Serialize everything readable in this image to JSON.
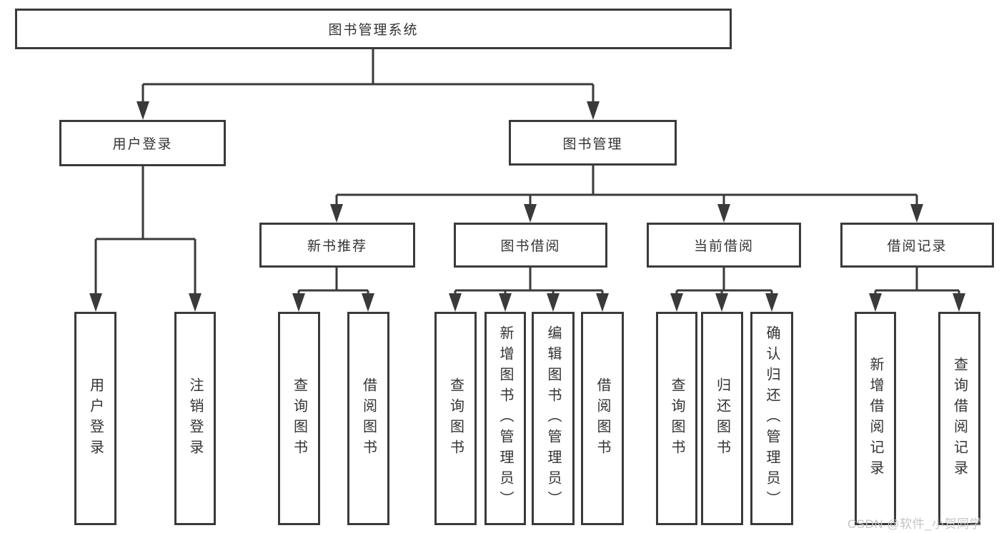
{
  "tree": {
    "root": {
      "label": "图书管理系统"
    },
    "children": [
      {
        "label": "用户登录",
        "children": [
          {
            "label": "用户登录"
          },
          {
            "label": "注销登录"
          }
        ]
      },
      {
        "label": "图书管理",
        "children": [
          {
            "label": "新书推荐",
            "children": [
              {
                "label": "查询图书"
              },
              {
                "label": "借阅图书"
              }
            ]
          },
          {
            "label": "图书借阅",
            "children": [
              {
                "label": "查询图书"
              },
              {
                "label": "新增图书（管理员）"
              },
              {
                "label": "编辑图书（管理员）"
              },
              {
                "label": "借阅图书"
              }
            ]
          },
          {
            "label": "当前借阅",
            "children": [
              {
                "label": "查询图书"
              },
              {
                "label": "归还图书"
              },
              {
                "label": "确认归还（管理员）"
              }
            ]
          },
          {
            "label": "借阅记录",
            "children": [
              {
                "label": "新增借阅记录"
              },
              {
                "label": "查询借阅记录"
              }
            ]
          }
        ]
      }
    ]
  },
  "watermark": {
    "text": "CSDN @软件_小贺同学"
  },
  "colors": {
    "line": "#3a3a3a",
    "text": "#333333",
    "watermark": "#c5c5c5",
    "background": "#ffffff"
  }
}
